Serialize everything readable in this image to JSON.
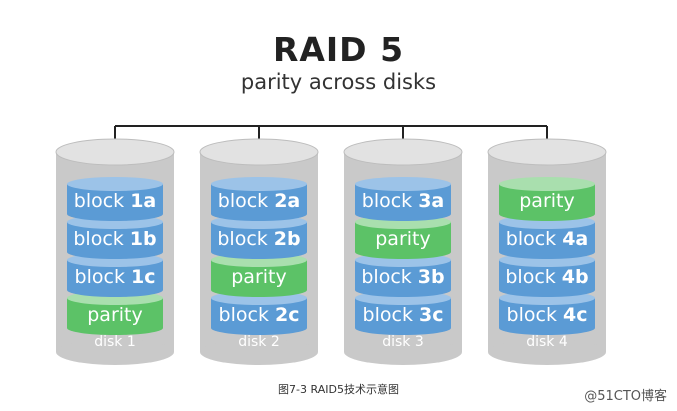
{
  "title": "RAID 5",
  "subtitle": "parity across disks",
  "caption": "图7-3  RAID5技术示意图",
  "watermark": "@51CTO博客",
  "colors": {
    "data_block": "#5b9bd5",
    "data_block_top": "#9cc3e8",
    "parity_block": "#5cc267",
    "parity_block_top": "#a9dfae",
    "disk_shell": "#c9c9c9",
    "connector": "#222222"
  },
  "disks": [
    {
      "label": "disk 1",
      "blocks": [
        {
          "type": "data",
          "text": "block",
          "id": "1a"
        },
        {
          "type": "data",
          "text": "block",
          "id": "1b"
        },
        {
          "type": "data",
          "text": "block",
          "id": "1c"
        },
        {
          "type": "parity",
          "text": "parity",
          "id": ""
        }
      ]
    },
    {
      "label": "disk 2",
      "blocks": [
        {
          "type": "data",
          "text": "block",
          "id": "2a"
        },
        {
          "type": "data",
          "text": "block",
          "id": "2b"
        },
        {
          "type": "parity",
          "text": "parity",
          "id": ""
        },
        {
          "type": "data",
          "text": "block",
          "id": "2c"
        }
      ]
    },
    {
      "label": "disk 3",
      "blocks": [
        {
          "type": "data",
          "text": "block",
          "id": "3a"
        },
        {
          "type": "parity",
          "text": "parity",
          "id": ""
        },
        {
          "type": "data",
          "text": "block",
          "id": "3b"
        },
        {
          "type": "data",
          "text": "block",
          "id": "3c"
        }
      ]
    },
    {
      "label": "disk 4",
      "blocks": [
        {
          "type": "parity",
          "text": "parity",
          "id": ""
        },
        {
          "type": "data",
          "text": "block",
          "id": "4a"
        },
        {
          "type": "data",
          "text": "block",
          "id": "4b"
        },
        {
          "type": "data",
          "text": "block",
          "id": "4c"
        }
      ]
    }
  ]
}
